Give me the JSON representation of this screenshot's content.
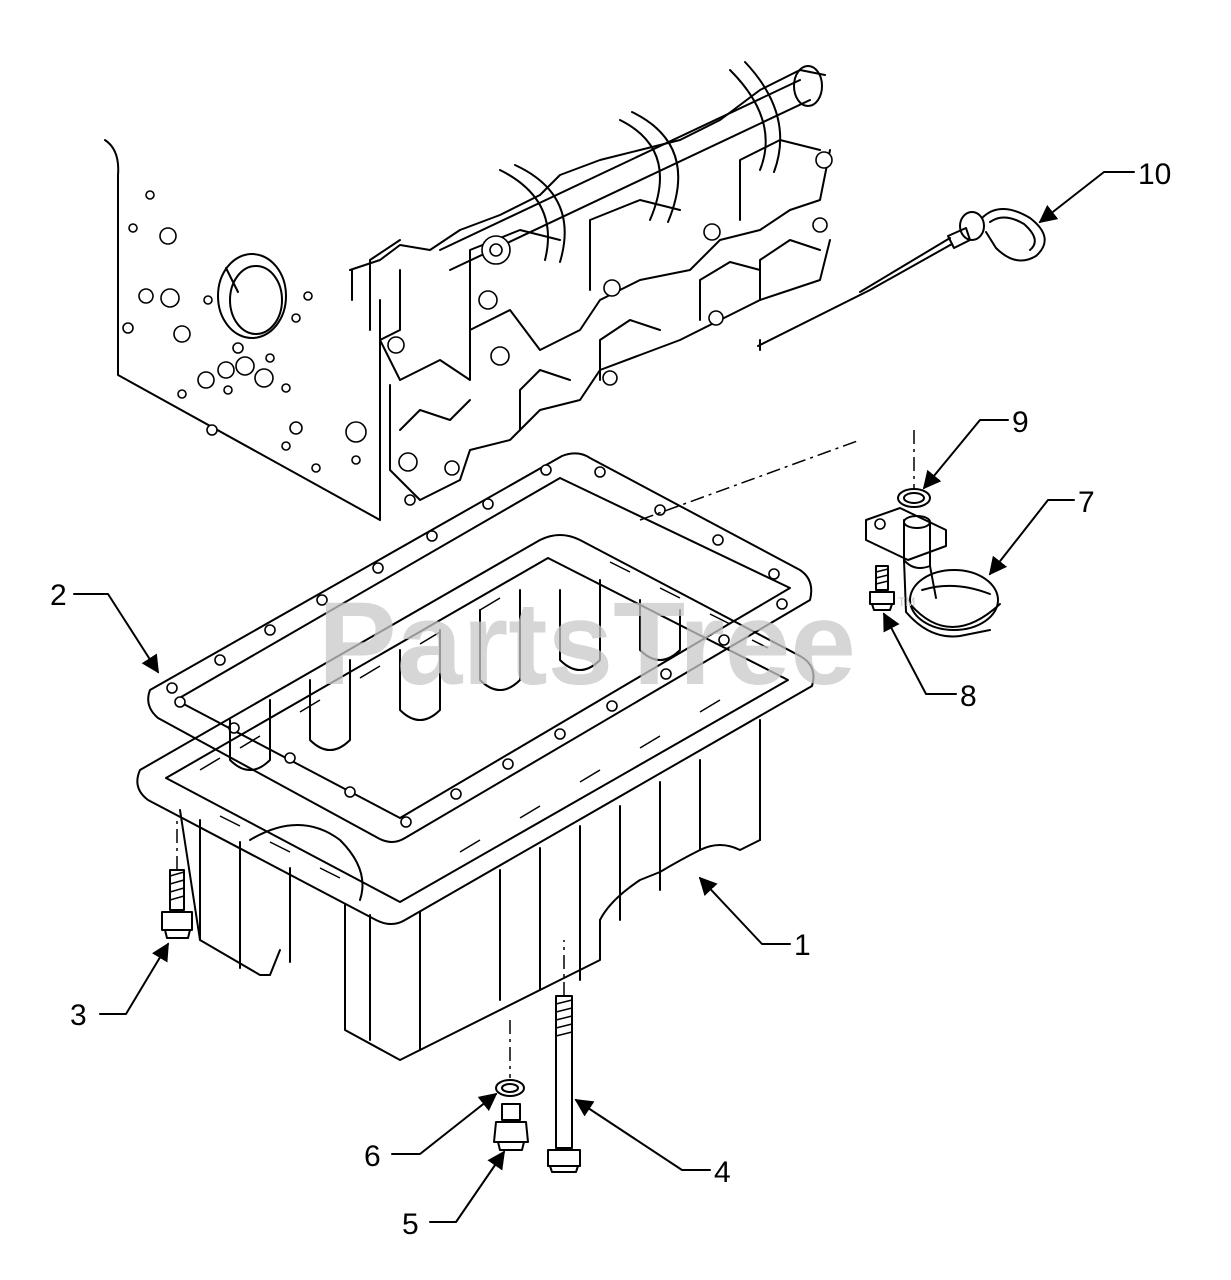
{
  "watermark": {
    "text": "PartsTree",
    "tm": "TM"
  },
  "callouts": [
    {
      "id": "1",
      "label": "1"
    },
    {
      "id": "2",
      "label": "2"
    },
    {
      "id": "3",
      "label": "3"
    },
    {
      "id": "4",
      "label": "4"
    },
    {
      "id": "5",
      "label": "5"
    },
    {
      "id": "6",
      "label": "6"
    },
    {
      "id": "7",
      "label": "7"
    },
    {
      "id": "8",
      "label": "8"
    },
    {
      "id": "9",
      "label": "9"
    },
    {
      "id": "10",
      "label": "10"
    }
  ],
  "colors": {
    "line": "#000000",
    "background": "#ffffff",
    "watermark": "#c9c9c9"
  }
}
